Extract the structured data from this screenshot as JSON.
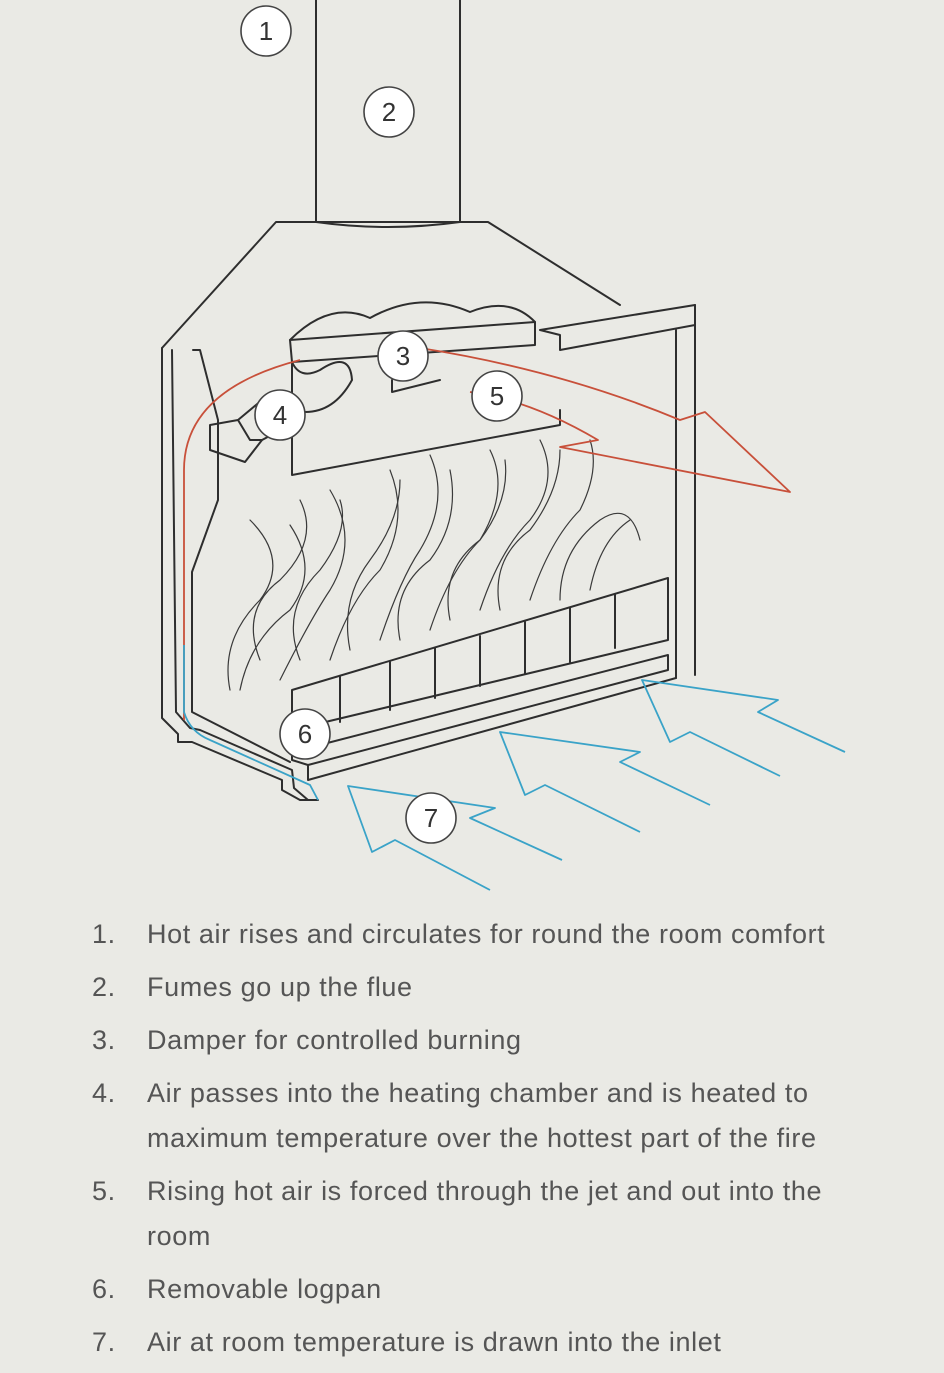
{
  "callouts": [
    {
      "number": "1"
    },
    {
      "number": "2"
    },
    {
      "number": "3"
    },
    {
      "number": "4"
    },
    {
      "number": "5"
    },
    {
      "number": "6"
    },
    {
      "number": "7"
    }
  ],
  "legend": [
    {
      "number": "1.",
      "text": "Hot air rises and circulates for round the room comfort"
    },
    {
      "number": "2.",
      "text": "Fumes go up the flue"
    },
    {
      "number": "3.",
      "text": "Damper for controlled burning"
    },
    {
      "number": "4.",
      "text": "Air passes into the heating chamber and is heated to maximum temperature over the hottest part of the fire"
    },
    {
      "number": "5.",
      "text": "Rising hot air is forced through the jet and out into the room"
    },
    {
      "number": "6.",
      "text": "Removable logpan"
    },
    {
      "number": "7.",
      "text": "Air at room temperature is drawn into the inlet"
    }
  ],
  "colors": {
    "background": "#eaeae5",
    "outline": "#2e2e2e",
    "hot_air": "#c8503a",
    "cool_air": "#3aa3c8",
    "text": "#555555"
  }
}
